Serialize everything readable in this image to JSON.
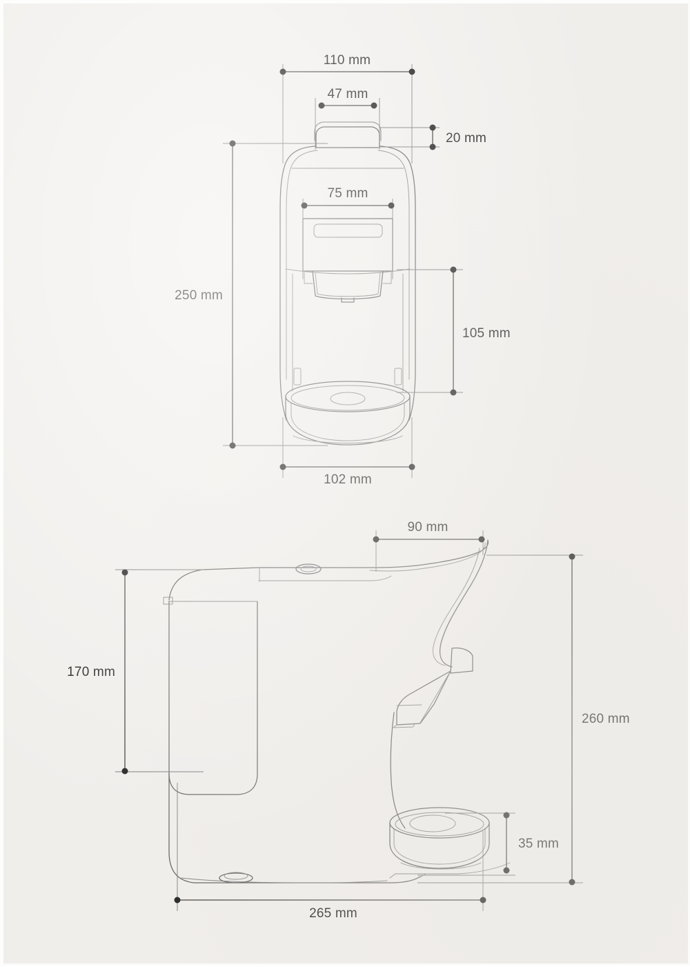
{
  "document": {
    "type": "technical-dimension-drawing",
    "subject": "single-serve capsule coffee machine",
    "background_color": "#f0eeeb",
    "line_color": "#4a4a4a",
    "dimension_color": "#3a3a3a",
    "text_color": "#1b1b1b",
    "views": [
      {
        "id": "front-view",
        "name": "Front elevation"
      },
      {
        "id": "side-view",
        "name": "Side elevation"
      }
    ]
  },
  "front_view": {
    "dimensions": {
      "overall_width": "110 mm",
      "lid_width": "47 mm",
      "lid_height": "20 mm",
      "panel_width": "75 mm",
      "overall_height": "250 mm",
      "spout_to_tray_height": "105 mm",
      "base_width": "102 mm"
    }
  },
  "side_view": {
    "dimensions": {
      "top_lid_depth": "90 mm",
      "tank_height": "170 mm",
      "overall_height": "260 mm",
      "drip_tray_height": "35 mm",
      "overall_depth": "265 mm"
    }
  },
  "measurements": [
    {
      "label": "110 mm",
      "value": 110,
      "unit": "mm",
      "view": "front",
      "axis": "horizontal",
      "describes": "overall body width"
    },
    {
      "label": "47 mm",
      "value": 47,
      "unit": "mm",
      "view": "front",
      "axis": "horizontal",
      "describes": "capsule lid width"
    },
    {
      "label": "20 mm",
      "value": 20,
      "unit": "mm",
      "view": "front",
      "axis": "vertical",
      "describes": "capsule lid height"
    },
    {
      "label": "75 mm",
      "value": 75,
      "unit": "mm",
      "view": "front",
      "axis": "horizontal",
      "describes": "front panel width"
    },
    {
      "label": "250 mm",
      "value": 250,
      "unit": "mm",
      "view": "front",
      "axis": "vertical",
      "describes": "overall height"
    },
    {
      "label": "105 mm",
      "value": 105,
      "unit": "mm",
      "view": "front",
      "axis": "vertical",
      "describes": "spout to drip tray"
    },
    {
      "label": "102 mm",
      "value": 102,
      "unit": "mm",
      "view": "front",
      "axis": "horizontal",
      "describes": "base diameter"
    },
    {
      "label": "90 mm",
      "value": 90,
      "unit": "mm",
      "view": "side",
      "axis": "horizontal",
      "describes": "top lid depth"
    },
    {
      "label": "170 mm",
      "value": 170,
      "unit": "mm",
      "view": "side",
      "axis": "vertical",
      "describes": "water tank height"
    },
    {
      "label": "260 mm",
      "value": 260,
      "unit": "mm",
      "view": "side",
      "axis": "vertical",
      "describes": "overall height"
    },
    {
      "label": "35 mm",
      "value": 35,
      "unit": "mm",
      "view": "side",
      "axis": "vertical",
      "describes": "drip tray height"
    },
    {
      "label": "265 mm",
      "value": 265,
      "unit": "mm",
      "view": "side",
      "axis": "horizontal",
      "describes": "overall depth"
    }
  ]
}
